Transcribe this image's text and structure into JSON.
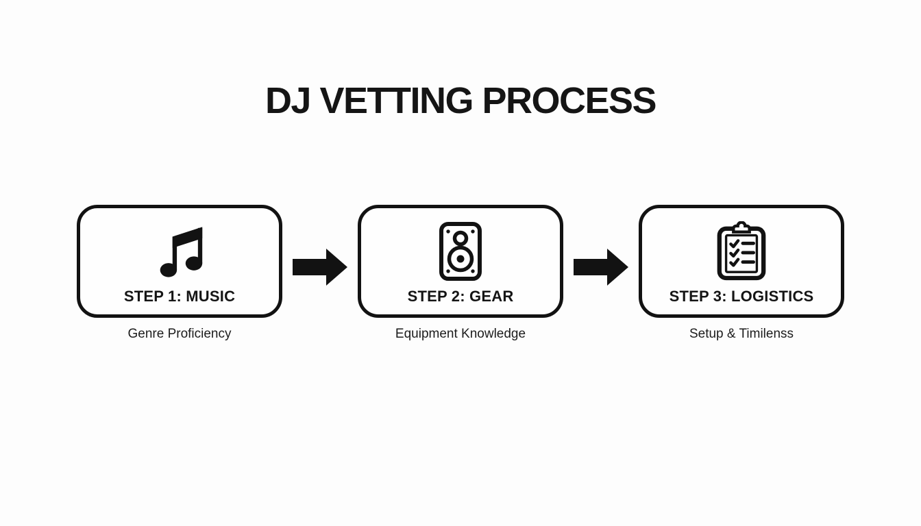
{
  "title": "DJ VETTING PROCESS",
  "colors": {
    "ink": "#121212",
    "background": "#fdfdfd"
  },
  "steps": [
    {
      "label": "STEP 1: MUSIC",
      "caption": "Genre Proficiency",
      "icon": "music-note-icon"
    },
    {
      "label": "STEP 2: GEAR",
      "caption": "Equipment Knowledge",
      "icon": "speaker-icon"
    },
    {
      "label": "STEP 3: LOGISTICS",
      "caption": "Setup & Timilenss",
      "icon": "clipboard-checklist-icon"
    }
  ],
  "connector": {
    "icon": "arrow-right-icon"
  }
}
